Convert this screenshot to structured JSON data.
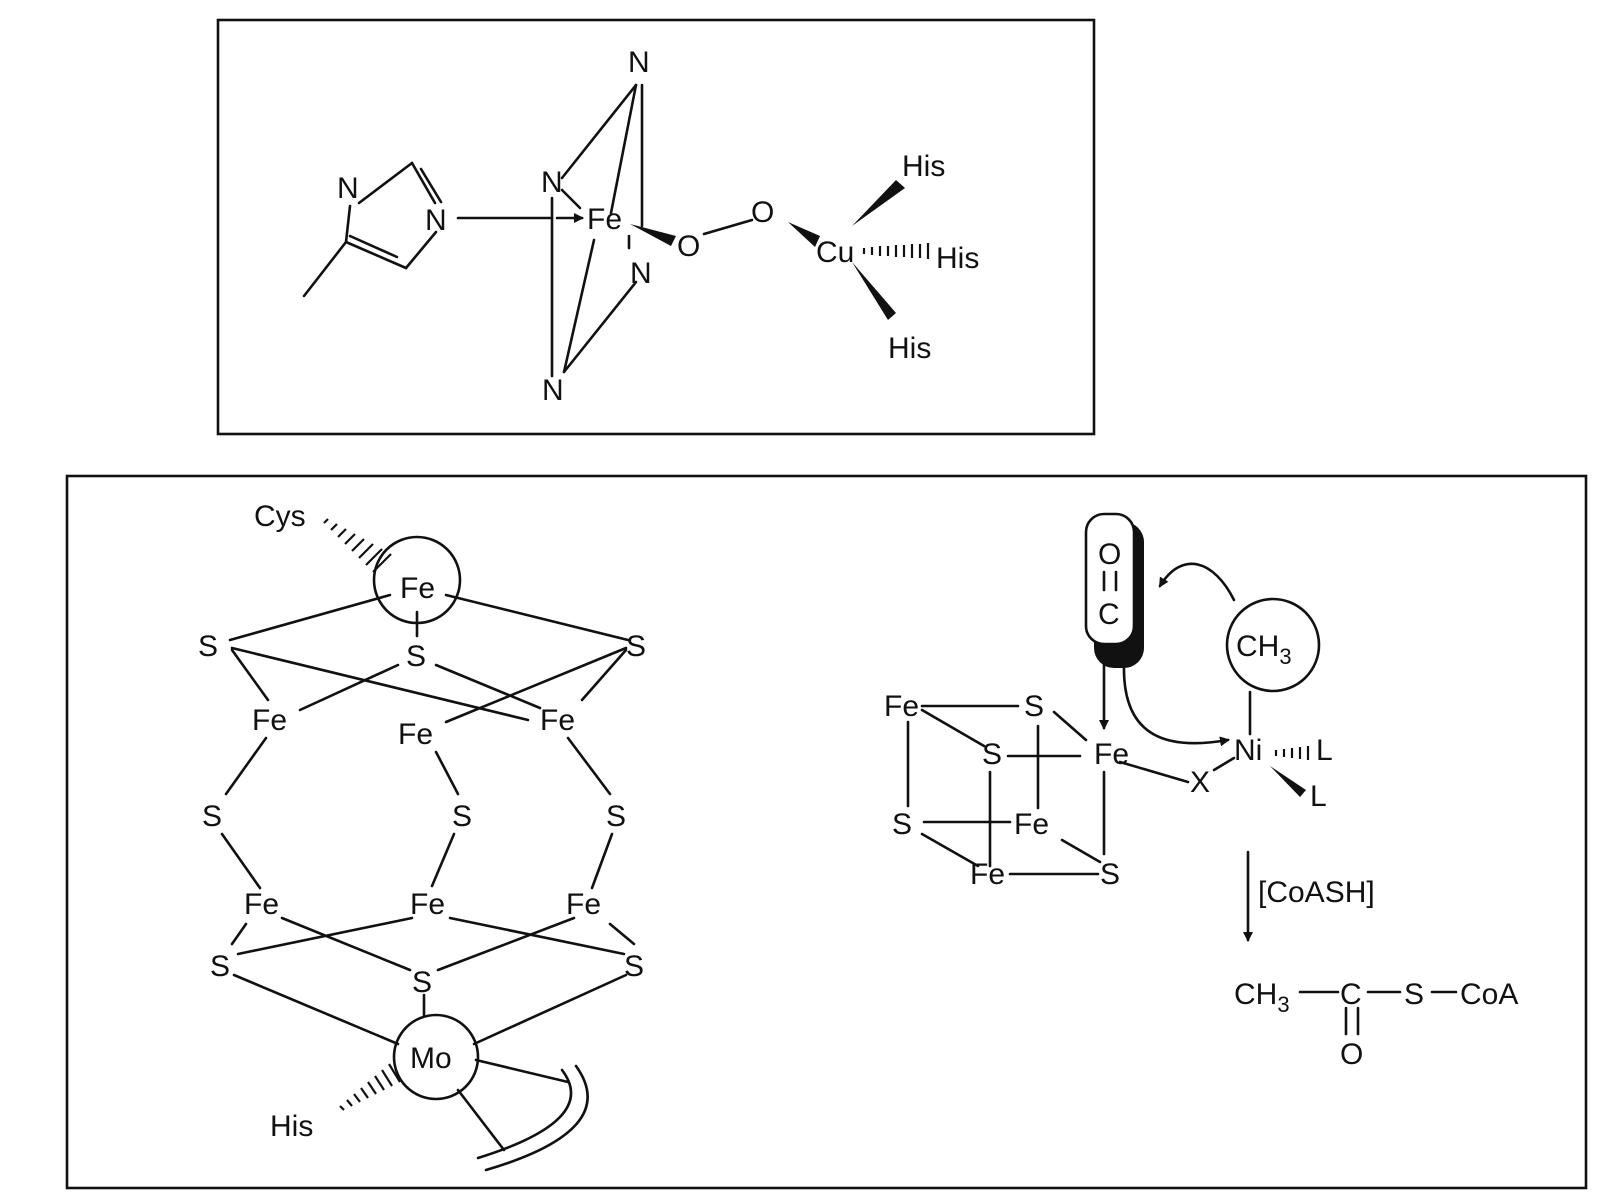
{
  "top_panel": {
    "atoms": {
      "imid_n_top": "N",
      "imid_n_link": "N",
      "n_top": "N",
      "n_upper_left": "N",
      "fe": "Fe",
      "n_lower_right": "N",
      "n_bottom": "N",
      "o1": "O",
      "o2": "O",
      "cu": "Cu",
      "his_top": "His",
      "his_right": "His",
      "his_bottom": "His"
    },
    "caption": ""
  },
  "bottom_left": {
    "atoms": {
      "cys": "Cys",
      "fe_top": "Fe",
      "s_left": "S",
      "s_center": "S",
      "s_right": "S",
      "fe_l1": "Fe",
      "fe_c1": "Fe",
      "fe_r1": "Fe",
      "s_mid_left": "S",
      "s_mid_center": "S",
      "s_mid_right": "S",
      "fe_l2": "Fe",
      "fe_c2": "Fe",
      "fe_r2": "Fe",
      "s_low_left": "S",
      "s_low_center": "S",
      "s_low_right": "S",
      "mo": "Mo",
      "his": "His"
    }
  },
  "bottom_right": {
    "atoms": {
      "co_o": "O",
      "co_c": "C",
      "ch3": "CH3",
      "fe1": "Fe",
      "s1": "S",
      "s2": "S",
      "fe2": "Fe",
      "s3": "S",
      "fe3": "Fe",
      "fe4": "Fe",
      "s4": "S",
      "x": "X",
      "ni": "Ni",
      "l1": "L",
      "l2": "L"
    },
    "reagent": "[CoASH]",
    "product": {
      "ch3": "CH3",
      "c": "C",
      "s": "S",
      "coa": "CoA",
      "o": "O"
    }
  }
}
